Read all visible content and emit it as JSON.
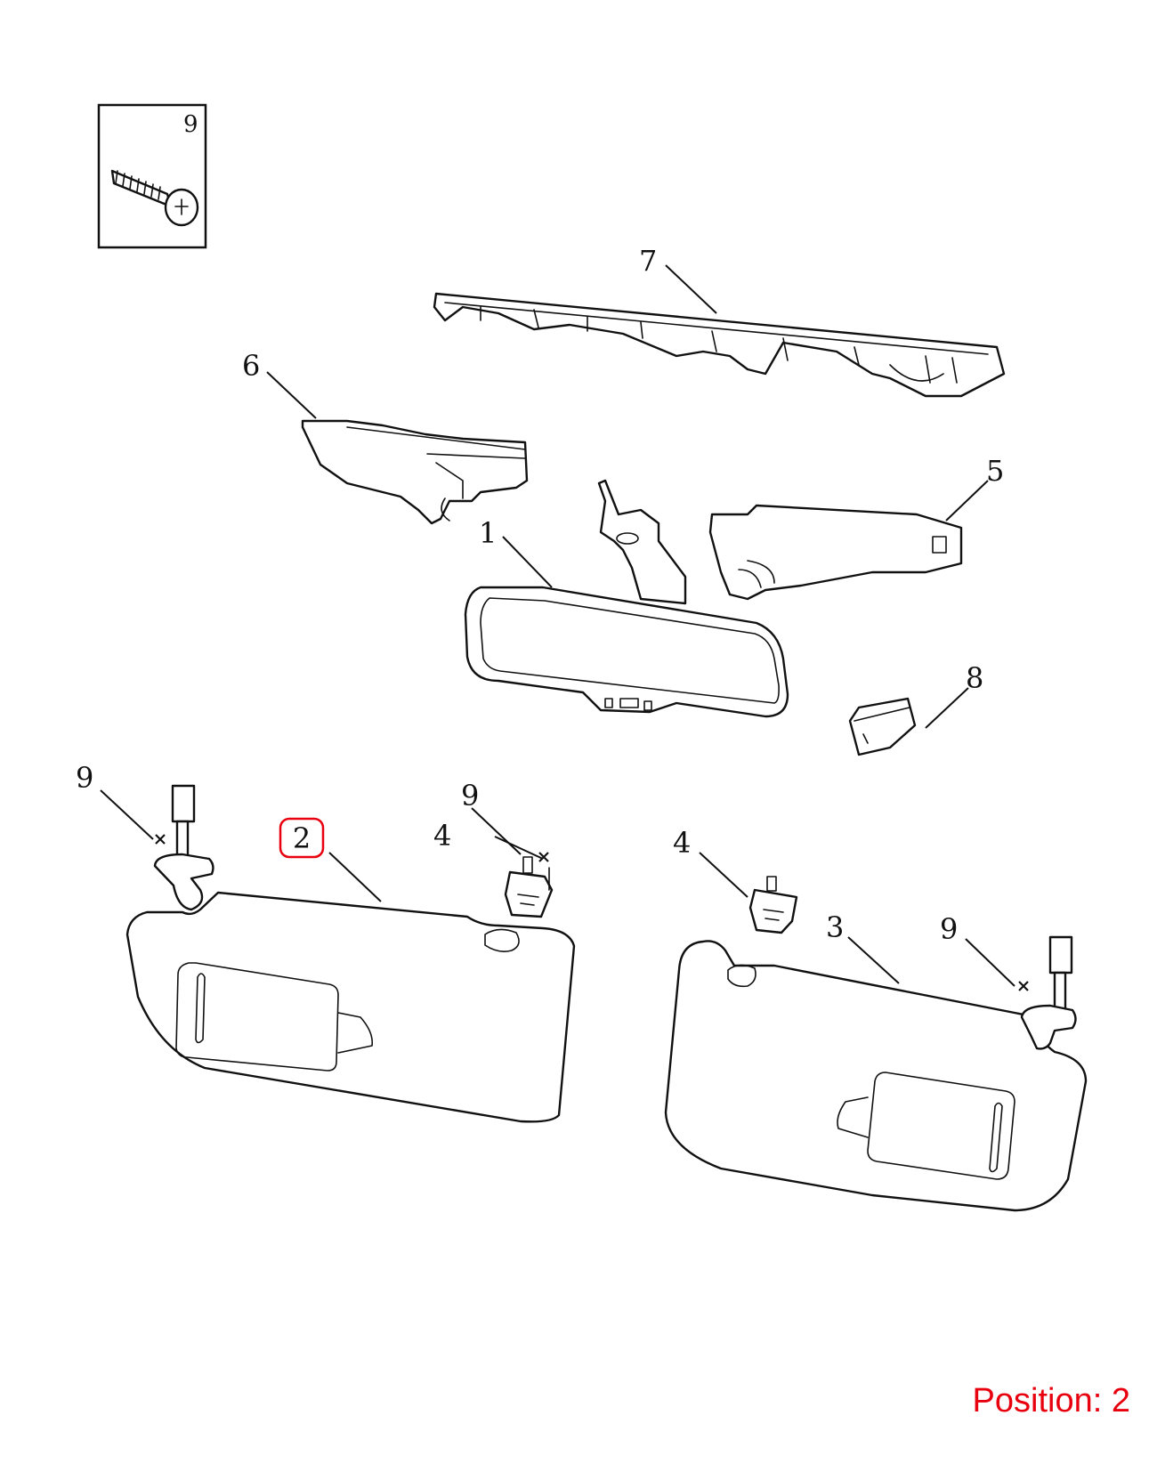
{
  "inset": {
    "label": "9"
  },
  "callouts": {
    "mirror": "1",
    "left_visor": "2",
    "right_visor": "3",
    "clip_left": "4",
    "clip_right": "4",
    "cover_right": "5",
    "cover_left": "6",
    "bracket": "7",
    "cap": "8",
    "screw_left": "9",
    "screw_clip": "9",
    "screw_right": "9"
  },
  "highlight": {
    "callout": "2",
    "color": "#e8000e"
  },
  "position": {
    "text": "Position: 2"
  },
  "colors": {
    "line": "#111111",
    "highlight": "#e8000e",
    "background": "#ffffff"
  }
}
